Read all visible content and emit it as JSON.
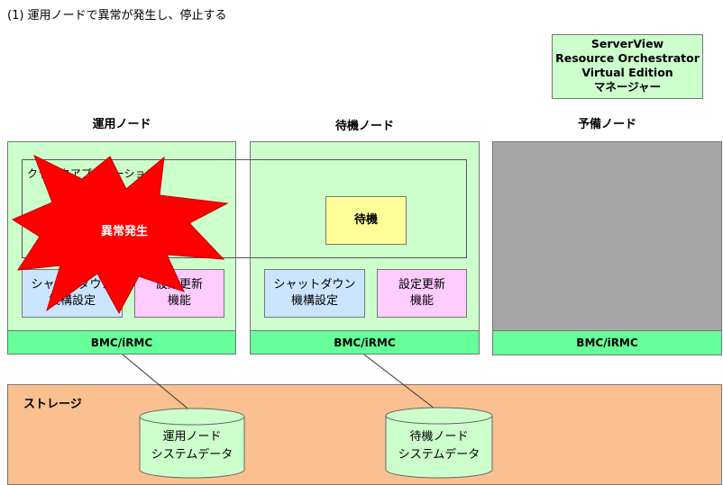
{
  "caption": "(1) 運用ノードで異常が発生し、停止する",
  "manager": {
    "line1": "ServerView",
    "line2": "Resource Orchestrator",
    "line3": "Virtual Edition",
    "line4": "マネージャー"
  },
  "nodes": {
    "active": {
      "title": "運用ノード",
      "bmc": "BMC/iRMC"
    },
    "standby": {
      "title": "待機ノード",
      "bmc": "BMC/iRMC"
    },
    "spare": {
      "title": "予備ノード",
      "bmc": "BMC/iRMC"
    }
  },
  "cluster_label": "クラスタアプリケーション",
  "standby_state": "待機",
  "shutdown_box": {
    "line1": "シャットダウン",
    "line2": "機構設定"
  },
  "update_box": {
    "line1": "設定更新",
    "line2": "機能"
  },
  "failure_label": "異常発生",
  "storage": {
    "label": "ストレージ",
    "active_db": {
      "line1": "運用ノード",
      "line2": "システムデータ"
    },
    "standby_db": {
      "line1": "待機ノード",
      "line2": "システムデータ"
    }
  },
  "colors": {
    "node_bg": "#ccffcc",
    "bmc_bg": "#66ff99",
    "spare_bg": "#a6a6a6",
    "storage_bg": "#fac090",
    "failure": "#ff0000",
    "standby_state_bg": "#ffff99",
    "shutdown_bg": "#cce5ff",
    "update_bg": "#ffccff"
  }
}
